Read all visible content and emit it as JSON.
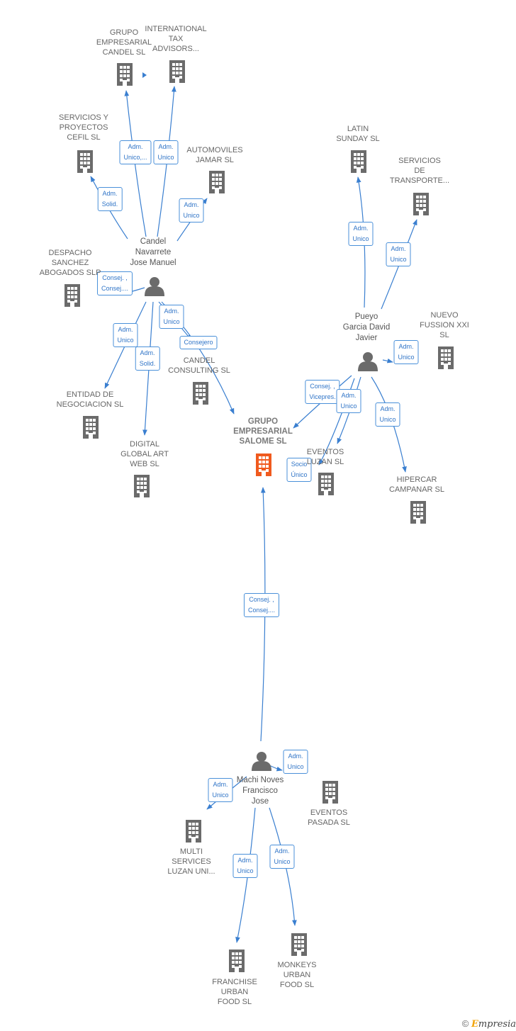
{
  "center_company": {
    "label": "GRUPO\nEMPRESARIAL\nSALOME  SL",
    "accent": "#f05a1e"
  },
  "persons": [
    {
      "id": "candel",
      "label": "Candel\nNavarrete\nJose Manuel"
    },
    {
      "id": "pueyo",
      "label": "Pueyo\nGarcia David\nJavier"
    },
    {
      "id": "machi",
      "label": "Machi Noves\nFrancisco\nJose"
    }
  ],
  "companies": [
    {
      "id": "grupo-candel",
      "label": "GRUPO\nEMPRESARIAL\nCANDEL  SL"
    },
    {
      "id": "international-tax",
      "label": "INTERNATIONAL\nTAX\nADVISORS..."
    },
    {
      "id": "servicios-cefil",
      "label": "SERVICIOS Y\nPROYECTOS\nCEFIL  SL"
    },
    {
      "id": "automoviles-jamar",
      "label": "AUTOMOVILES\nJAMAR SL"
    },
    {
      "id": "despacho-sanchez",
      "label": "DESPACHO\nSANCHEZ\nABOGADOS  SLP"
    },
    {
      "id": "entidad",
      "label": "ENTIDAD DE\nNEGOCIACION SL"
    },
    {
      "id": "candel-consulting",
      "label": "CANDEL\nCONSULTING SL"
    },
    {
      "id": "digital-global",
      "label": "DIGITAL\nGLOBAL ART\nWEB SL"
    },
    {
      "id": "latin-sunday",
      "label": "LATIN\nSUNDAY  SL"
    },
    {
      "id": "servicios-transporte",
      "label": "SERVICIOS\nDE\nTRANSPORTE..."
    },
    {
      "id": "nuevo-fussion",
      "label": "NUEVO\nFUSSION XXI\nSL"
    },
    {
      "id": "eventos-luzan",
      "label": "EVENTOS\nLUZAN  SL"
    },
    {
      "id": "hipercar",
      "label": "HIPERCAR\nCAMPANAR SL"
    },
    {
      "id": "eventos-pasada",
      "label": "EVENTOS\nPASADA  SL"
    },
    {
      "id": "multi-services",
      "label": "MULTI\nSERVICES\nLUZAN UNI..."
    },
    {
      "id": "franchise-urban",
      "label": "FRANCHISE\nURBAN\nFOOD  SL"
    },
    {
      "id": "monkeys-urban",
      "label": "MONKEYS\nURBAN\nFOOD  SL"
    }
  ],
  "edges": [
    {
      "from": "candel",
      "to": "grupo-candel",
      "label": "Adm.\nUnico,..."
    },
    {
      "from": "candel",
      "to": "international-tax",
      "label": "Adm.\nUnico"
    },
    {
      "from": "candel",
      "to": "servicios-cefil",
      "label": "Adm.\nSolid."
    },
    {
      "from": "candel",
      "to": "automoviles-jamar",
      "label": "Adm.\nUnico"
    },
    {
      "from": "candel",
      "to": "despacho-sanchez",
      "label": "Consej. ,\nConsej...."
    },
    {
      "from": "candel",
      "to": "entidad",
      "label": "Adm.\nUnico"
    },
    {
      "from": "candel",
      "to": "digital-global",
      "label": "Adm.\nSolid."
    },
    {
      "from": "candel",
      "to": "candel-consulting",
      "label": "Adm.\nUnico"
    },
    {
      "from": "candel",
      "to": "center",
      "label": "Consejero"
    },
    {
      "from": "pueyo",
      "to": "latin-sunday",
      "label": "Adm.\nUnico"
    },
    {
      "from": "pueyo",
      "to": "servicios-transporte",
      "label": "Adm.\nUnico"
    },
    {
      "from": "pueyo",
      "to": "nuevo-fussion",
      "label": "Adm.\nUnico"
    },
    {
      "from": "pueyo",
      "to": "center",
      "label": "Consej. ,\nVicepres."
    },
    {
      "from": "pueyo",
      "to": "eventos-luzan",
      "label": "Adm.\nUnico"
    },
    {
      "from": "pueyo",
      "to": "eventos-luzan",
      "label": "Socio\nÚnico"
    },
    {
      "from": "pueyo",
      "to": "hipercar",
      "label": "Adm.\nUnico"
    },
    {
      "from": "machi",
      "to": "center",
      "label": "Consej. ,\nConsej...."
    },
    {
      "from": "machi",
      "to": "eventos-pasada",
      "label": "Adm.\nUnico"
    },
    {
      "from": "machi",
      "to": "multi-services",
      "label": "Adm.\nUnico"
    },
    {
      "from": "machi",
      "to": "franchise-urban",
      "label": "Adm.\nUnico"
    },
    {
      "from": "machi",
      "to": "monkeys-urban",
      "label": "Adm.\nUnico"
    }
  ],
  "footer": {
    "copyright": "©",
    "brand_initial": "E",
    "brand_rest": "mpresia"
  },
  "colors": {
    "edge": "#3a7fd0",
    "building": "#666666",
    "person": "#666666"
  }
}
